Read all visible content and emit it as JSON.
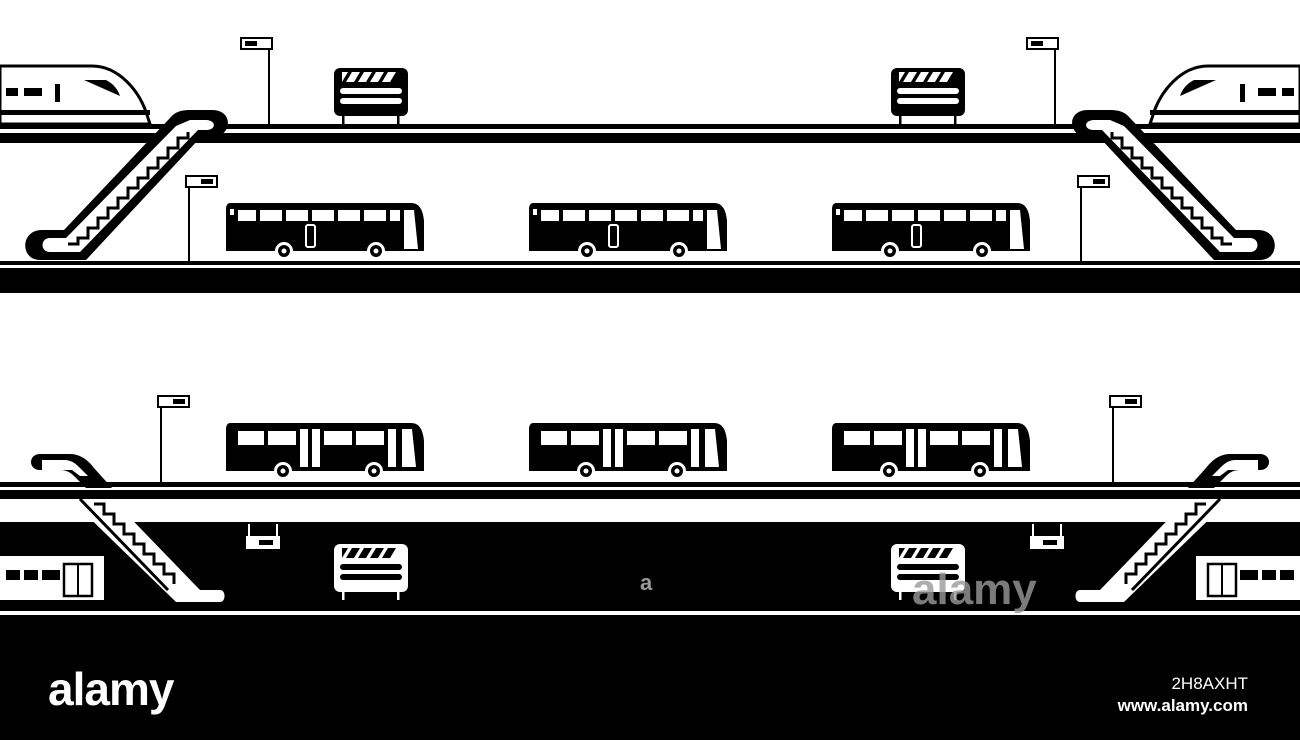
{
  "scene": {
    "levels": [
      {
        "name": "upper-section",
        "top_deck": "high-speed-train-platform",
        "bottom_deck": "bus-road"
      },
      {
        "name": "lower-section",
        "top_deck": "bus-road",
        "bottom_deck": "underground-metro-platform"
      }
    ],
    "icons": [
      "high-speed-train-icon",
      "bus-icon",
      "escalator-icon",
      "bench-icon",
      "sign-post-icon",
      "metro-train-icon"
    ],
    "colors": {
      "ink": "#000000",
      "paper": "#ffffff",
      "tunnel": "#000000"
    }
  },
  "watermarks": {
    "center_mark": "a",
    "right_mark": "alamy"
  },
  "footer": {
    "brand": "alamy",
    "image_id": "2H8AXHT",
    "site": "www.alamy.com"
  }
}
